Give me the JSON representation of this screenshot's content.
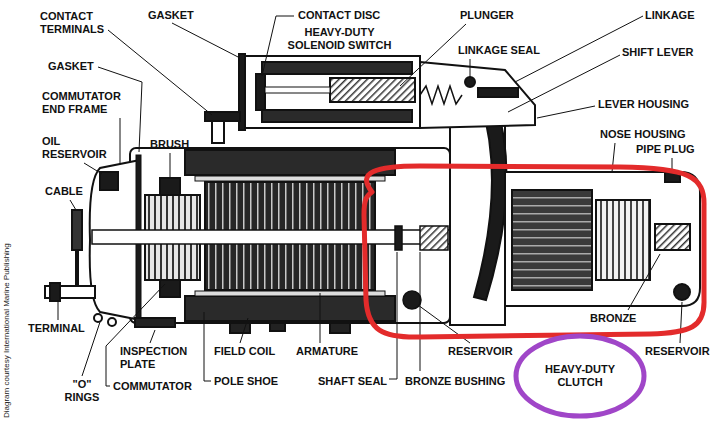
{
  "diagram": {
    "nodes": [
      {
        "text": [
          "HEAVY-DUTY CLUTCH"
        ]
      }
    ],
    "labels": [
      "CONTACT TERMINALS",
      "GASKET",
      "CONTACT DISC",
      "HEAVY-DUTY SOLENOID SWITCH",
      "PLUNGER",
      "LINKAGE",
      "LINKAGE SEAL",
      "SHIFT LEVER",
      "LEVER HOUSING",
      "NOSE HOUSING",
      "PIPE PLUG",
      "GASKET",
      "COMMUTATOR END FRAME",
      "OIL RESERVOIR",
      "BRUSH",
      "CABLE",
      "TERMINAL",
      "INSPECTION PLATE",
      "COMMUTATOR",
      "\"O\" RINGS",
      "FIELD COIL",
      "POLE SHOE",
      "ARMATURE",
      "SHAFT SEAL",
      "RESERVOIR",
      "BRONZE BUSHING",
      "BRONZE",
      "RESERVOIR",
      "Diagram courtesy International Marine Publishing"
    ]
  }
}
